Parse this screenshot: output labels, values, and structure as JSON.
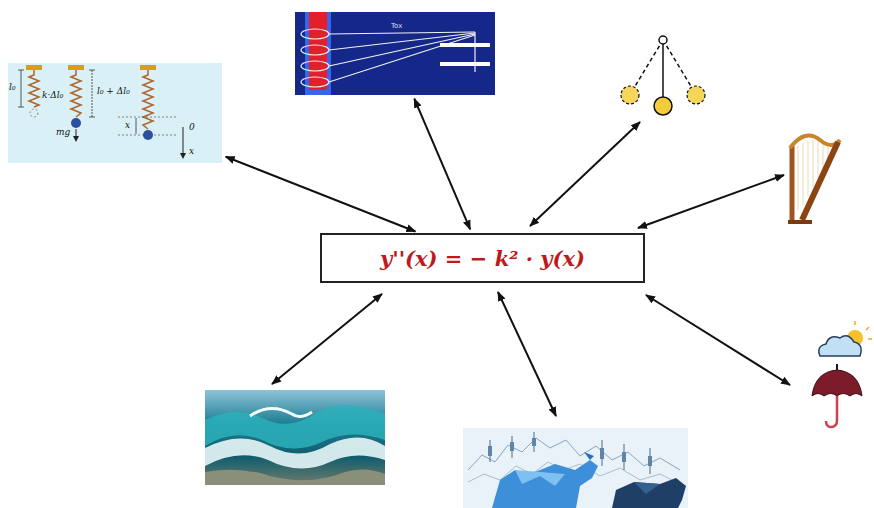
{
  "diagram": {
    "nodes": [
      {
        "text": [
          "l₀",
          "k·Δl₀",
          "mg",
          "l₀ + Δl₀",
          "x",
          "0",
          "x"
        ]
      },
      {
        "text": [
          "Tox"
        ]
      },
      {
        "text": [
          "y''(x) = − k² · y(x)"
        ]
      }
    ],
    "edges": [
      {
        "from": 0,
        "to": 2,
        "arrow": "both"
      },
      {
        "from": 1,
        "to": 2,
        "arrow": "both"
      }
    ]
  }
}
